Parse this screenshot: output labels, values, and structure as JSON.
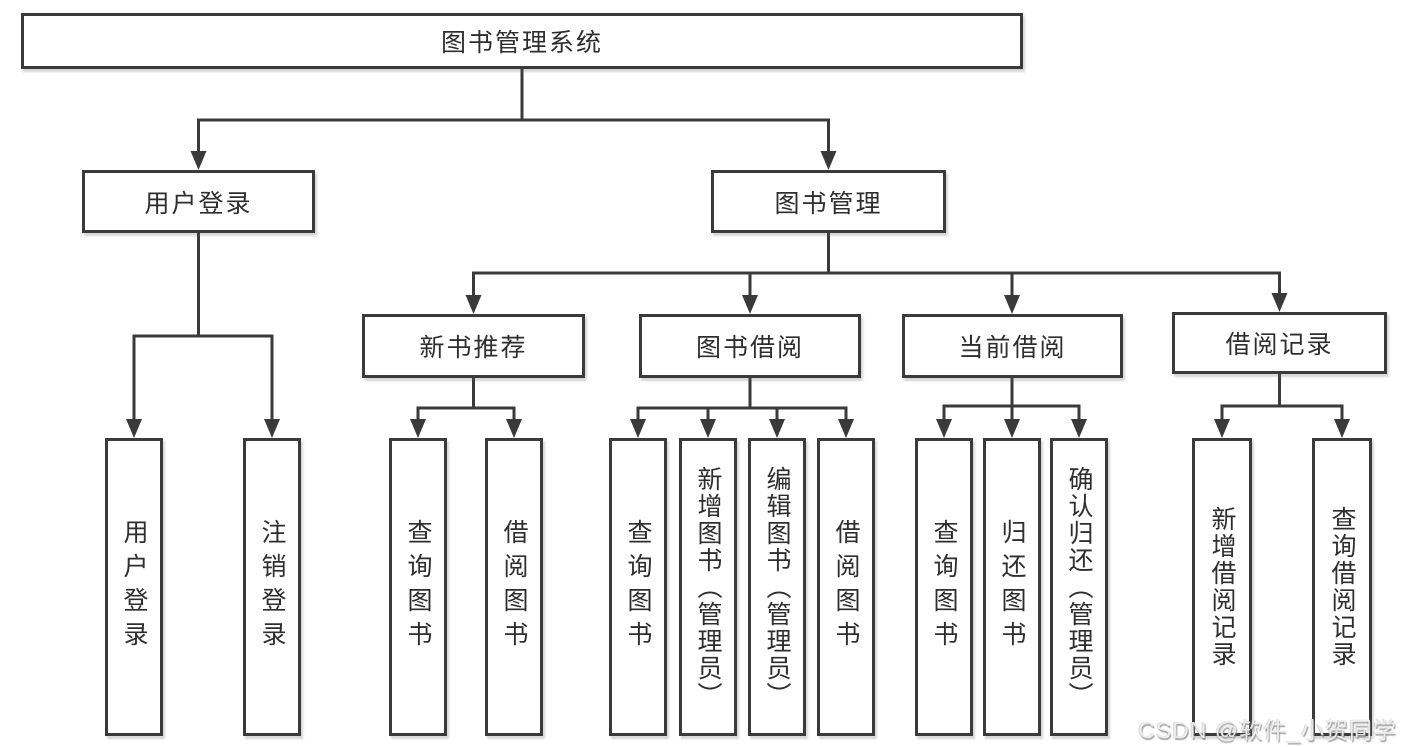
{
  "colors": {
    "line": "#3a3a3a",
    "box_border": "#3a3a3a",
    "text": "#2e2e2e",
    "background": "#ffffff",
    "watermark": "#eeeeee"
  },
  "watermark": "CSDN @软件_小贺同学",
  "tree": {
    "label": "图书管理系统",
    "children": [
      {
        "label": "用户登录",
        "children": [
          {
            "label": "用户登录"
          },
          {
            "label": "注销登录"
          }
        ]
      },
      {
        "label": "图书管理",
        "children": [
          {
            "label": "新书推荐",
            "children": [
              {
                "label": "查询图书"
              },
              {
                "label": "借阅图书"
              }
            ]
          },
          {
            "label": "图书借阅",
            "children": [
              {
                "label": "查询图书"
              },
              {
                "label": "新增图书（管理员）"
              },
              {
                "label": "编辑图书（管理员）"
              },
              {
                "label": "借阅图书"
              }
            ]
          },
          {
            "label": "当前借阅",
            "children": [
              {
                "label": "查询图书"
              },
              {
                "label": "归还图书"
              },
              {
                "label": "确认归还（管理员）"
              }
            ]
          },
          {
            "label": "借阅记录",
            "children": [
              {
                "label": "新增借阅记录"
              },
              {
                "label": "查询借阅记录"
              }
            ]
          }
        ]
      }
    ]
  }
}
